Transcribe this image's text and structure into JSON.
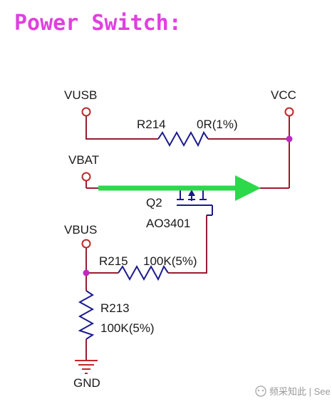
{
  "title": "Power Switch:",
  "nets": {
    "vusb": "VUSB",
    "vcc": "VCC",
    "vbat": "VBAT",
    "vbus": "VBUS",
    "gnd": "GND"
  },
  "components": {
    "r214": {
      "ref": "R214",
      "value": "0R(1%)"
    },
    "q2": {
      "ref": "Q2",
      "part": "AO3401"
    },
    "r215": {
      "ref": "R215",
      "value": "100K(5%)"
    },
    "r213": {
      "ref": "R213",
      "value": "100K(5%)"
    }
  },
  "watermark": "频采知此 | See",
  "colors": {
    "title": "#e040e0",
    "wire": "#9b1b30",
    "component": "#1a1a8c",
    "junction": "#c028c0",
    "arrow": "#2bd94a",
    "terminal": "#c0282a"
  }
}
